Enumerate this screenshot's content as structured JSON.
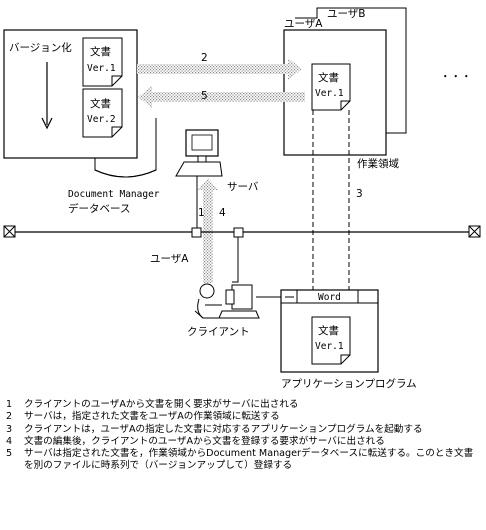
{
  "labels": {
    "versioning": "バージョン化",
    "doc_title": "文書",
    "ver1": "Ver.1",
    "ver2": "Ver.2",
    "db_line1": "Document Manager",
    "db_line2": "データベース",
    "server": "サーバ",
    "user_a": "ユーザA",
    "user_b": "ユーザB",
    "workspace": "作業領域",
    "ellipsis": "・・・",
    "client": "クライアント",
    "word": "Word",
    "app_program": "アプリケーションプログラム"
  },
  "step_markers": {
    "step1": "1",
    "step2": "2",
    "step3": "3",
    "step4": "4",
    "step5": "5"
  },
  "legend": [
    {
      "num": "1",
      "text": "クライアントのユーザAから文書を開く要求がサーバに出される"
    },
    {
      "num": "2",
      "text": "サーバは，指定された文書をユーザAの作業領域に転送する"
    },
    {
      "num": "3",
      "text": "クライアントは，ユーザAの指定した文書に対応するアプリケーションプログラムを起動する"
    },
    {
      "num": "4",
      "text": "文書の編集後，クライアントのユーザAから文書を登録する要求がサーバに出される"
    },
    {
      "num": "5",
      "text": "サーバは指定された文書を，作業領域からDocument Managerデータベースに転送する。このとき文書を別のファイルに時系列で（バージョンアップして）登録する"
    }
  ]
}
